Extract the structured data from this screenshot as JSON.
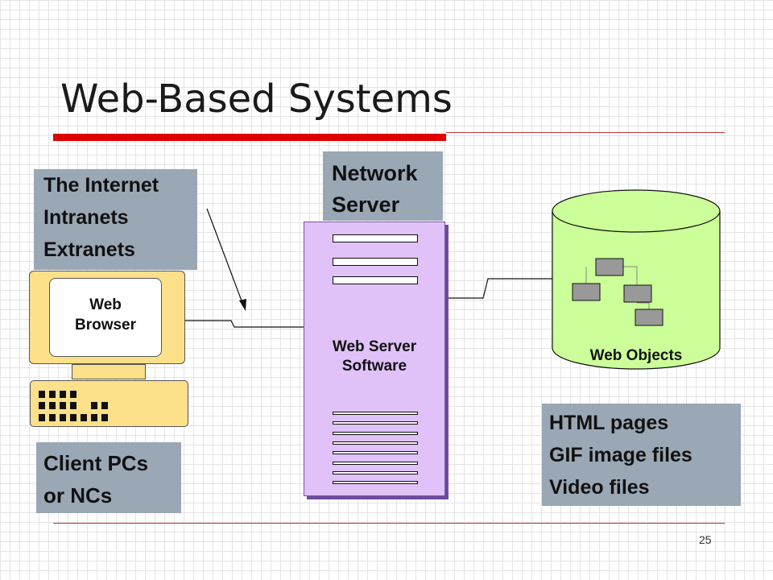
{
  "slide": {
    "title": "Web-Based Systems",
    "page_number": "25",
    "colors": {
      "accent_rule": "#e00000",
      "label_box": "#9aa7b5",
      "pc": "#fde08a",
      "server": "#e0c2f8",
      "database": "#ccff99"
    }
  },
  "internet_box": {
    "lines": [
      "The Internet",
      "Intranets",
      "Extranets"
    ]
  },
  "server_box": {
    "lines": [
      "Network",
      "Server"
    ]
  },
  "client_box": {
    "lines": [
      "Client PCs",
      "or NCs"
    ]
  },
  "content_box": {
    "lines": [
      "HTML pages",
      "GIF image files",
      "Video files"
    ]
  },
  "client_pc": {
    "screen_lines": [
      "Web",
      "Browser"
    ]
  },
  "server_tower": {
    "label_lines": [
      "Web Server",
      "Software"
    ]
  },
  "database": {
    "label": "Web Objects"
  }
}
